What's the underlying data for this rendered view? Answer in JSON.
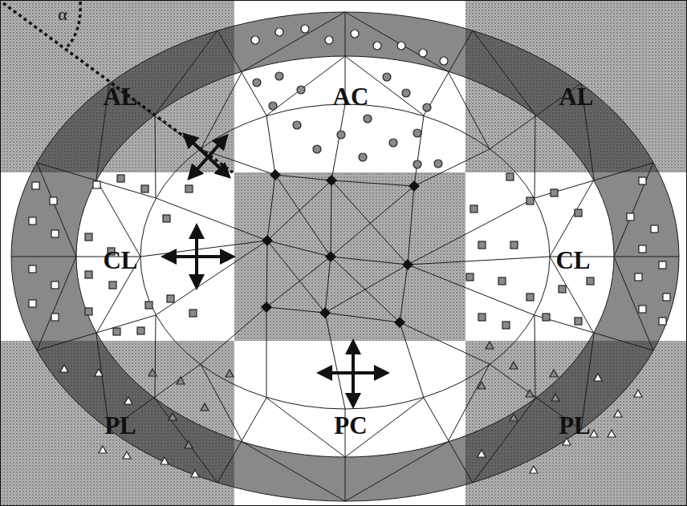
{
  "diagram": {
    "nodes": [
      {
        "text": [
          "AL"
        ]
      },
      {
        "text": [
          "AC"
        ]
      },
      {
        "text": [
          "AL"
        ]
      },
      {
        "text": [
          "CL"
        ]
      },
      {
        "text": [
          "CL"
        ]
      },
      {
        "text": [
          "PL"
        ]
      },
      {
        "text": [
          "PC"
        ]
      },
      {
        "text": [
          "PL"
        ]
      }
    ],
    "labels": [
      "α"
    ]
  }
}
